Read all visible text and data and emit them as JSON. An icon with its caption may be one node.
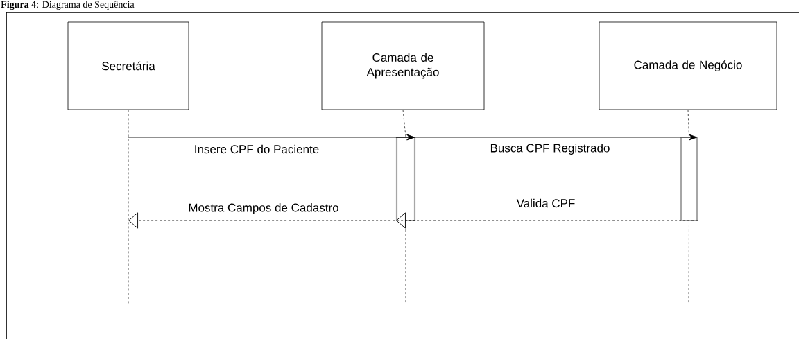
{
  "diagram": {
    "title": "**Figura 4**: Diagrama de Sequência",
    "nodes": [
      {
        "text": [
          "Secretária"
        ]
      },
      {
        "text": [
          "Camada de Apresentação"
        ]
      },
      {
        "text": [
          "Camada de Negócio"
        ]
      },
      {
        "text": [],
        "shape": "bar"
      },
      {
        "text": [],
        "shape": "bar"
      }
    ],
    "edges": [
      {
        "from": 0,
        "to": null,
        "arrow": "none",
        "style": "dashed"
      },
      {
        "from": 1,
        "to": 3,
        "arrow": "none",
        "style": "dashed"
      },
      {
        "from": 3,
        "to": null,
        "arrow": "none",
        "style": "dashed"
      },
      {
        "from": 2,
        "to": 4,
        "arrow": "none",
        "style": "dashed"
      },
      {
        "from": 4,
        "to": null,
        "arrow": "none",
        "style": "dashed"
      },
      {
        "from": null,
        "to": 3,
        "arrow": "to",
        "label": "Insere CPF do Paciente"
      },
      {
        "from": 3,
        "to": 4,
        "arrow": "to",
        "label": "Busca CPF Registrado"
      },
      {
        "from": 4,
        "to": 3,
        "arrow": "to",
        "label": "Valida CPF",
        "style": "dashed"
      },
      {
        "from": 3,
        "to": null,
        "arrow": "to",
        "label": "Mostra Campos de Cadastro",
        "style": "dashed"
      }
    ]
  }
}
